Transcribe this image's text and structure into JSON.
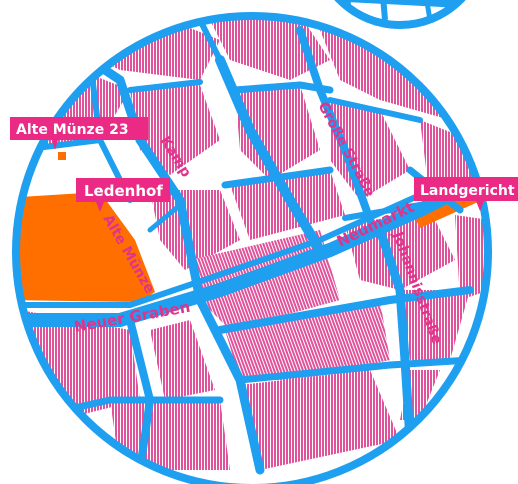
{
  "map": {
    "colors": {
      "street": "#1e9ff0",
      "building": "#e0529a",
      "hatch": "#ffffff",
      "highlight": "#ff6f00",
      "label_box": "#ea2a84",
      "label_text": "#ffffff",
      "street_label": "#e0338b"
    },
    "place_labels": {
      "alte_muenze_23": "Alte Münze 23",
      "ledenhof": "Ledenhof",
      "landgericht": "Landgericht"
    },
    "street_labels": {
      "kamp": "Kamp",
      "grosse_strasse": "Große Straße",
      "neumarkt": "Neumarkt",
      "alte_muenze": "Alte Münze",
      "neuer_graben": "Neuer Graben",
      "johannisstrasse": "Johannisstraße"
    }
  }
}
